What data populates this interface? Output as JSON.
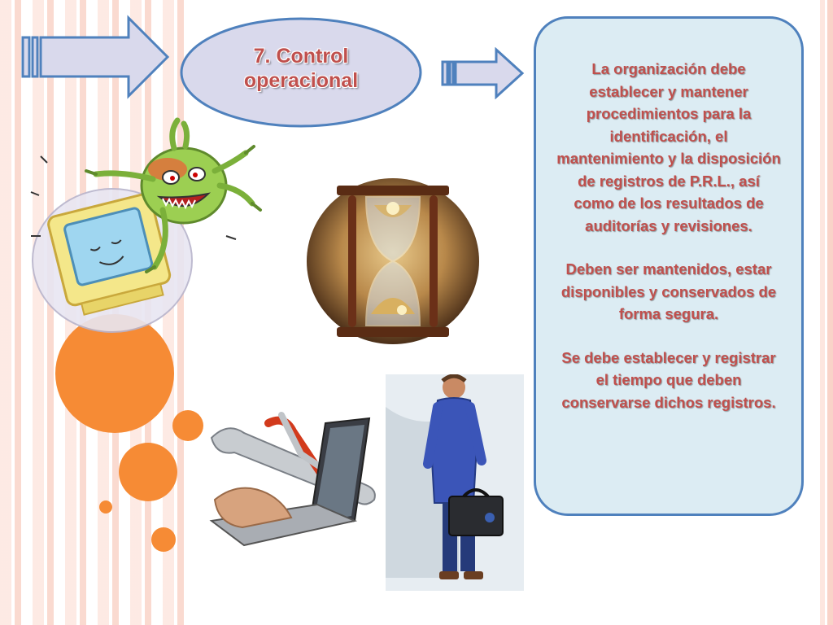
{
  "slide": {
    "title": "7. Control operacional",
    "paragraphs": [
      "La organización debe establecer y mantener procedimientos para la identificación, el mantenimiento y la disposición de registros de P.R.L., así como de los resultados de auditorías y revisiones.",
      "Deben ser mantenidos, estar disponibles y conservados de forma segura.",
      "Se debe establecer y registrar el tiempo que deben conservarse dichos registros."
    ]
  },
  "colors": {
    "title_text": "#c0504d",
    "body_text": "#c0504d",
    "shape_fill": "#d9d9ec",
    "box_fill": "#dcecf3",
    "outline": "#4f81bd",
    "accent_dots": "#f68b35"
  },
  "images": [
    "computer-virus-cartoon",
    "hourglass-photo",
    "laptop-with-tools-photo",
    "technician-with-toolbox-photo"
  ]
}
